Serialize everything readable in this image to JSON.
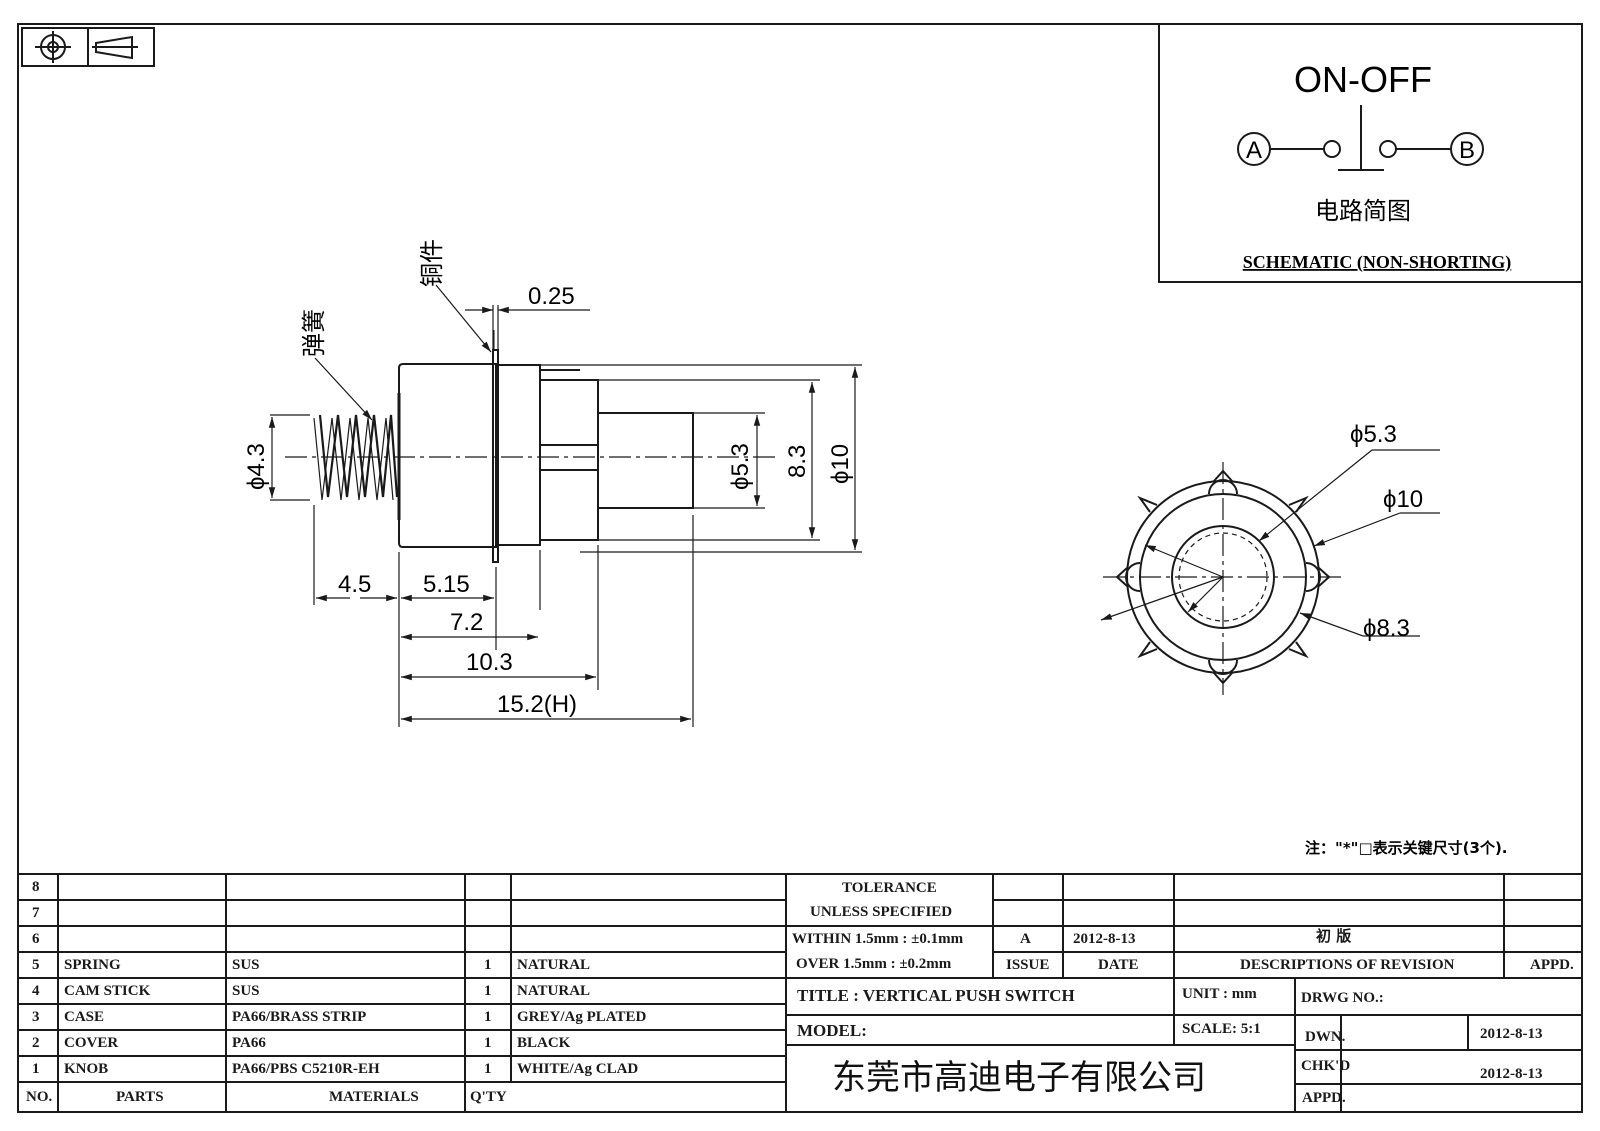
{
  "symbols": {
    "projection": "first-angle-projection-icon"
  },
  "schematic": {
    "heading": "ON-OFF",
    "terminal_a": "A",
    "terminal_b": "B",
    "caption_cn": "电路简图",
    "caption_en": "SCHEMATIC (NON-SHORTING)"
  },
  "side_view": {
    "label_copper": "铜件",
    "label_spring": "弹簧",
    "dim_plate": "0.25",
    "dim_spring_dia": "ϕ4.3",
    "dim_cap_dia": "ϕ5.3",
    "dim_body_inner": "8.3",
    "dim_body_outer": "ϕ10",
    "dim_spring_len": "4.5",
    "dim_body_len": "5.15",
    "dim_7_2": "7.2",
    "dim_10_3": "10.3",
    "dim_total": "15.2(H)"
  },
  "front_view": {
    "dim_inner": "ϕ5.3",
    "dim_outer": "ϕ10",
    "dim_mid": "ϕ8.3"
  },
  "note": "注：\"*\"□表示关键尺寸(3个).",
  "parts_table": {
    "rows": [
      {
        "no": "8",
        "part": "",
        "material": "",
        "qty": "",
        "color": ""
      },
      {
        "no": "7",
        "part": "",
        "material": "",
        "qty": "",
        "color": ""
      },
      {
        "no": "6",
        "part": "",
        "material": "",
        "qty": "",
        "color": ""
      },
      {
        "no": "5",
        "part": "SPRING",
        "material": "SUS",
        "qty": "1",
        "color": "NATURAL"
      },
      {
        "no": "4",
        "part": "CAM STICK",
        "material": "SUS",
        "qty": "1",
        "color": "NATURAL"
      },
      {
        "no": "3",
        "part": "CASE",
        "material": "PA66/BRASS STRIP",
        "qty": "1",
        "color": "GREY/Ag PLATED"
      },
      {
        "no": "2",
        "part": "COVER",
        "material": "PA66",
        "qty": "1",
        "color": "BLACK"
      },
      {
        "no": "1",
        "part": "KNOB",
        "material": "PA66/PBS C5210R-EH",
        "qty": "1",
        "color": "WHITE/Ag CLAD"
      }
    ],
    "header": {
      "no": "NO.",
      "parts": "PARTS",
      "materials": "MATERIALS",
      "qty": "Q'TY"
    }
  },
  "tolerance": {
    "line1": "TOLERANCE",
    "line2": "UNLESS  SPECIFIED",
    "line3": "WITHIN 1.5mm : ±0.1mm",
    "line4": "OVER 1.5mm : ±0.2mm"
  },
  "revision": {
    "issue": "A",
    "date": "2012-8-13",
    "description": "初  版",
    "h_issue": "ISSUE",
    "h_date": "DATE",
    "h_desc": "DESCRIPTIONS OF REVISION",
    "h_appd": "APPD."
  },
  "title_block": {
    "title": "TITLE :  VERTICAL PUSH SWITCH",
    "unit": "UNIT :  mm",
    "drwg_no": "DRWG NO.:",
    "model": "MODEL:",
    "scale": "SCALE:  5:1",
    "dwn": "DWN.",
    "dwn_date": "2012-8-13",
    "chkd": "CHK'D",
    "chkd_date": "2012-8-13",
    "appd": "APPD.",
    "company": "东莞市高迪电子有限公司"
  },
  "colors": {
    "ink": "#1a1a1a",
    "paper": "#ffffff"
  }
}
